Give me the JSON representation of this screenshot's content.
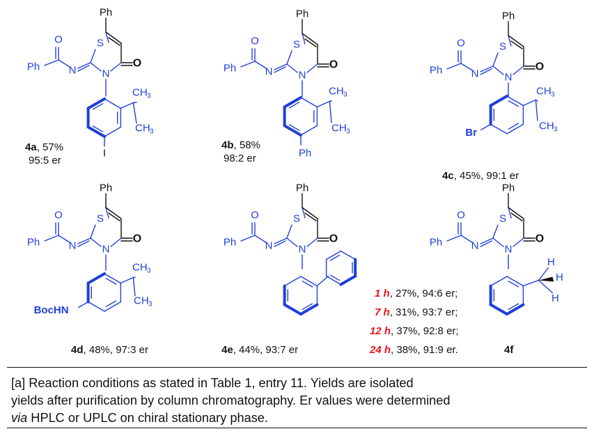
{
  "compounds": [
    {
      "id": "4a",
      "yield": "57%",
      "er": "95:5 er",
      "sub": "I"
    },
    {
      "id": "4b",
      "yield": "58%",
      "er": "98:2 er",
      "sub": "Ph"
    },
    {
      "id": "4c",
      "yield": "45%",
      "er": "99:1 er",
      "sub": "Br"
    },
    {
      "id": "4d",
      "yield": "48%",
      "er": "97:3 er",
      "sub": "BocHN"
    },
    {
      "id": "4e",
      "yield": "44%",
      "er": "93:7 er"
    },
    {
      "id": "4f",
      "times": [
        {
          "t": "1 h",
          "rest": ", 27%, 94:6 er;"
        },
        {
          "t": "7 h",
          "rest": ", 31%, 93:7 er;"
        },
        {
          "t": "12 h",
          "rest": ", 37%, 92:8 er;"
        },
        {
          "t": "24 h",
          "rest": ", 38%, 91:9 er."
        }
      ]
    }
  ],
  "atoms": {
    "ph": "Ph",
    "o": "O",
    "s": "S",
    "n": "N",
    "ch3": "CH",
    "three": "3",
    "h": "H"
  },
  "colors": {
    "blue": "#1f3fd8",
    "black": "#111111",
    "red": "#e8141b"
  },
  "footnote": {
    "part1": "[a] Reaction conditions as stated in Table 1, entry 11. Yields are isolated",
    "part2": "yields after purification by column chromatography. Er values were determined",
    "via": "via",
    "part3": " HPLC or UPLC on chiral stationary phase."
  }
}
